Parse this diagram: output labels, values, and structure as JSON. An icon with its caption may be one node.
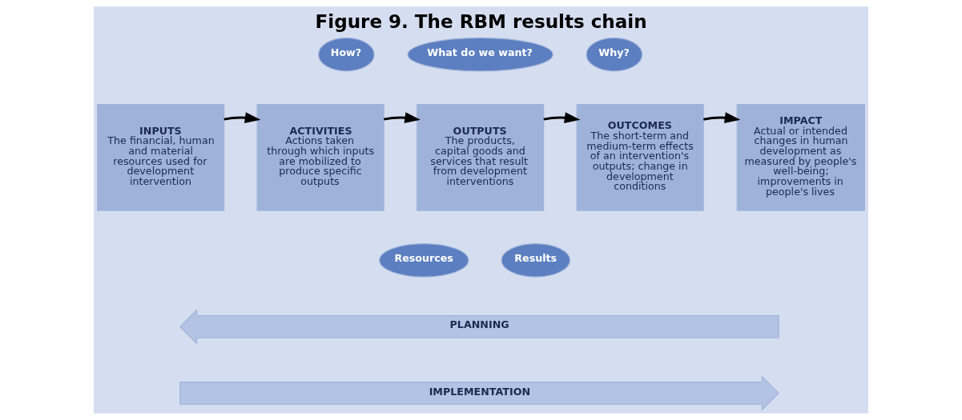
{
  "diagram": {
    "title": "Figure 9. The RBM results chain",
    "nodes": [
      {
        "text": [
          "How?"
        ]
      },
      {
        "text": [
          "What do we want?"
        ]
      },
      {
        "text": [
          "Why?"
        ]
      },
      {
        "text": [
          "INPUTS",
          "The financial, human and material resources used for development intervention"
        ]
      },
      {
        "text": [
          "ACTIVITIES",
          "Actions taken through which inputs are mobilized to produce specific outputs"
        ]
      },
      {
        "text": [
          "OUTPUTS",
          "The products, capital goods and services that result from development interventions"
        ]
      },
      {
        "text": [
          "OUTCOMES",
          "The short-term and medium-term effects of an intervention's outputs; change in development conditions"
        ]
      },
      {
        "text": [
          "IMPACT",
          "Actual or intended changes in human development as measured by people's well-being; improvements in people's lives"
        ]
      },
      {
        "text": [
          "Resources"
        ]
      },
      {
        "text": [
          "Results"
        ]
      },
      {
        "text": [
          "PLANNING"
        ]
      },
      {
        "text": [
          "IMPLEMENTATION"
        ]
      }
    ],
    "edges": [
      {
        "from": 3,
        "to": 4,
        "arrow": "to"
      },
      {
        "from": 4,
        "to": 5,
        "arrow": "to"
      },
      {
        "from": 5,
        "to": 6,
        "arrow": "to"
      },
      {
        "from": 6,
        "to": 7,
        "arrow": "to"
      }
    ]
  }
}
